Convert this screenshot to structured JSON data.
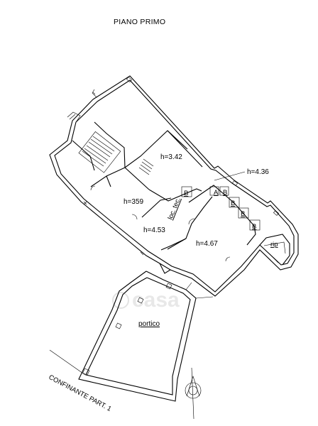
{
  "title": "PIANO PRIMO",
  "rooms": {
    "h342": "h=3.42",
    "h436": "h=4.36",
    "h359": "h=359",
    "h453": "h=4.53",
    "h467": "h=4.67",
    "loc_tec": "loc. tec.",
    "rip": "rip",
    "portico": "portico",
    "A": "A",
    "B1": "B",
    "B2": "B",
    "B3": "B",
    "B4": "B",
    "B5": "B"
  },
  "neighbor": "CONFINANTE PART. 1",
  "watermark": "casa",
  "icons": [
    "north-arrow-icon",
    "stair-icon"
  ]
}
